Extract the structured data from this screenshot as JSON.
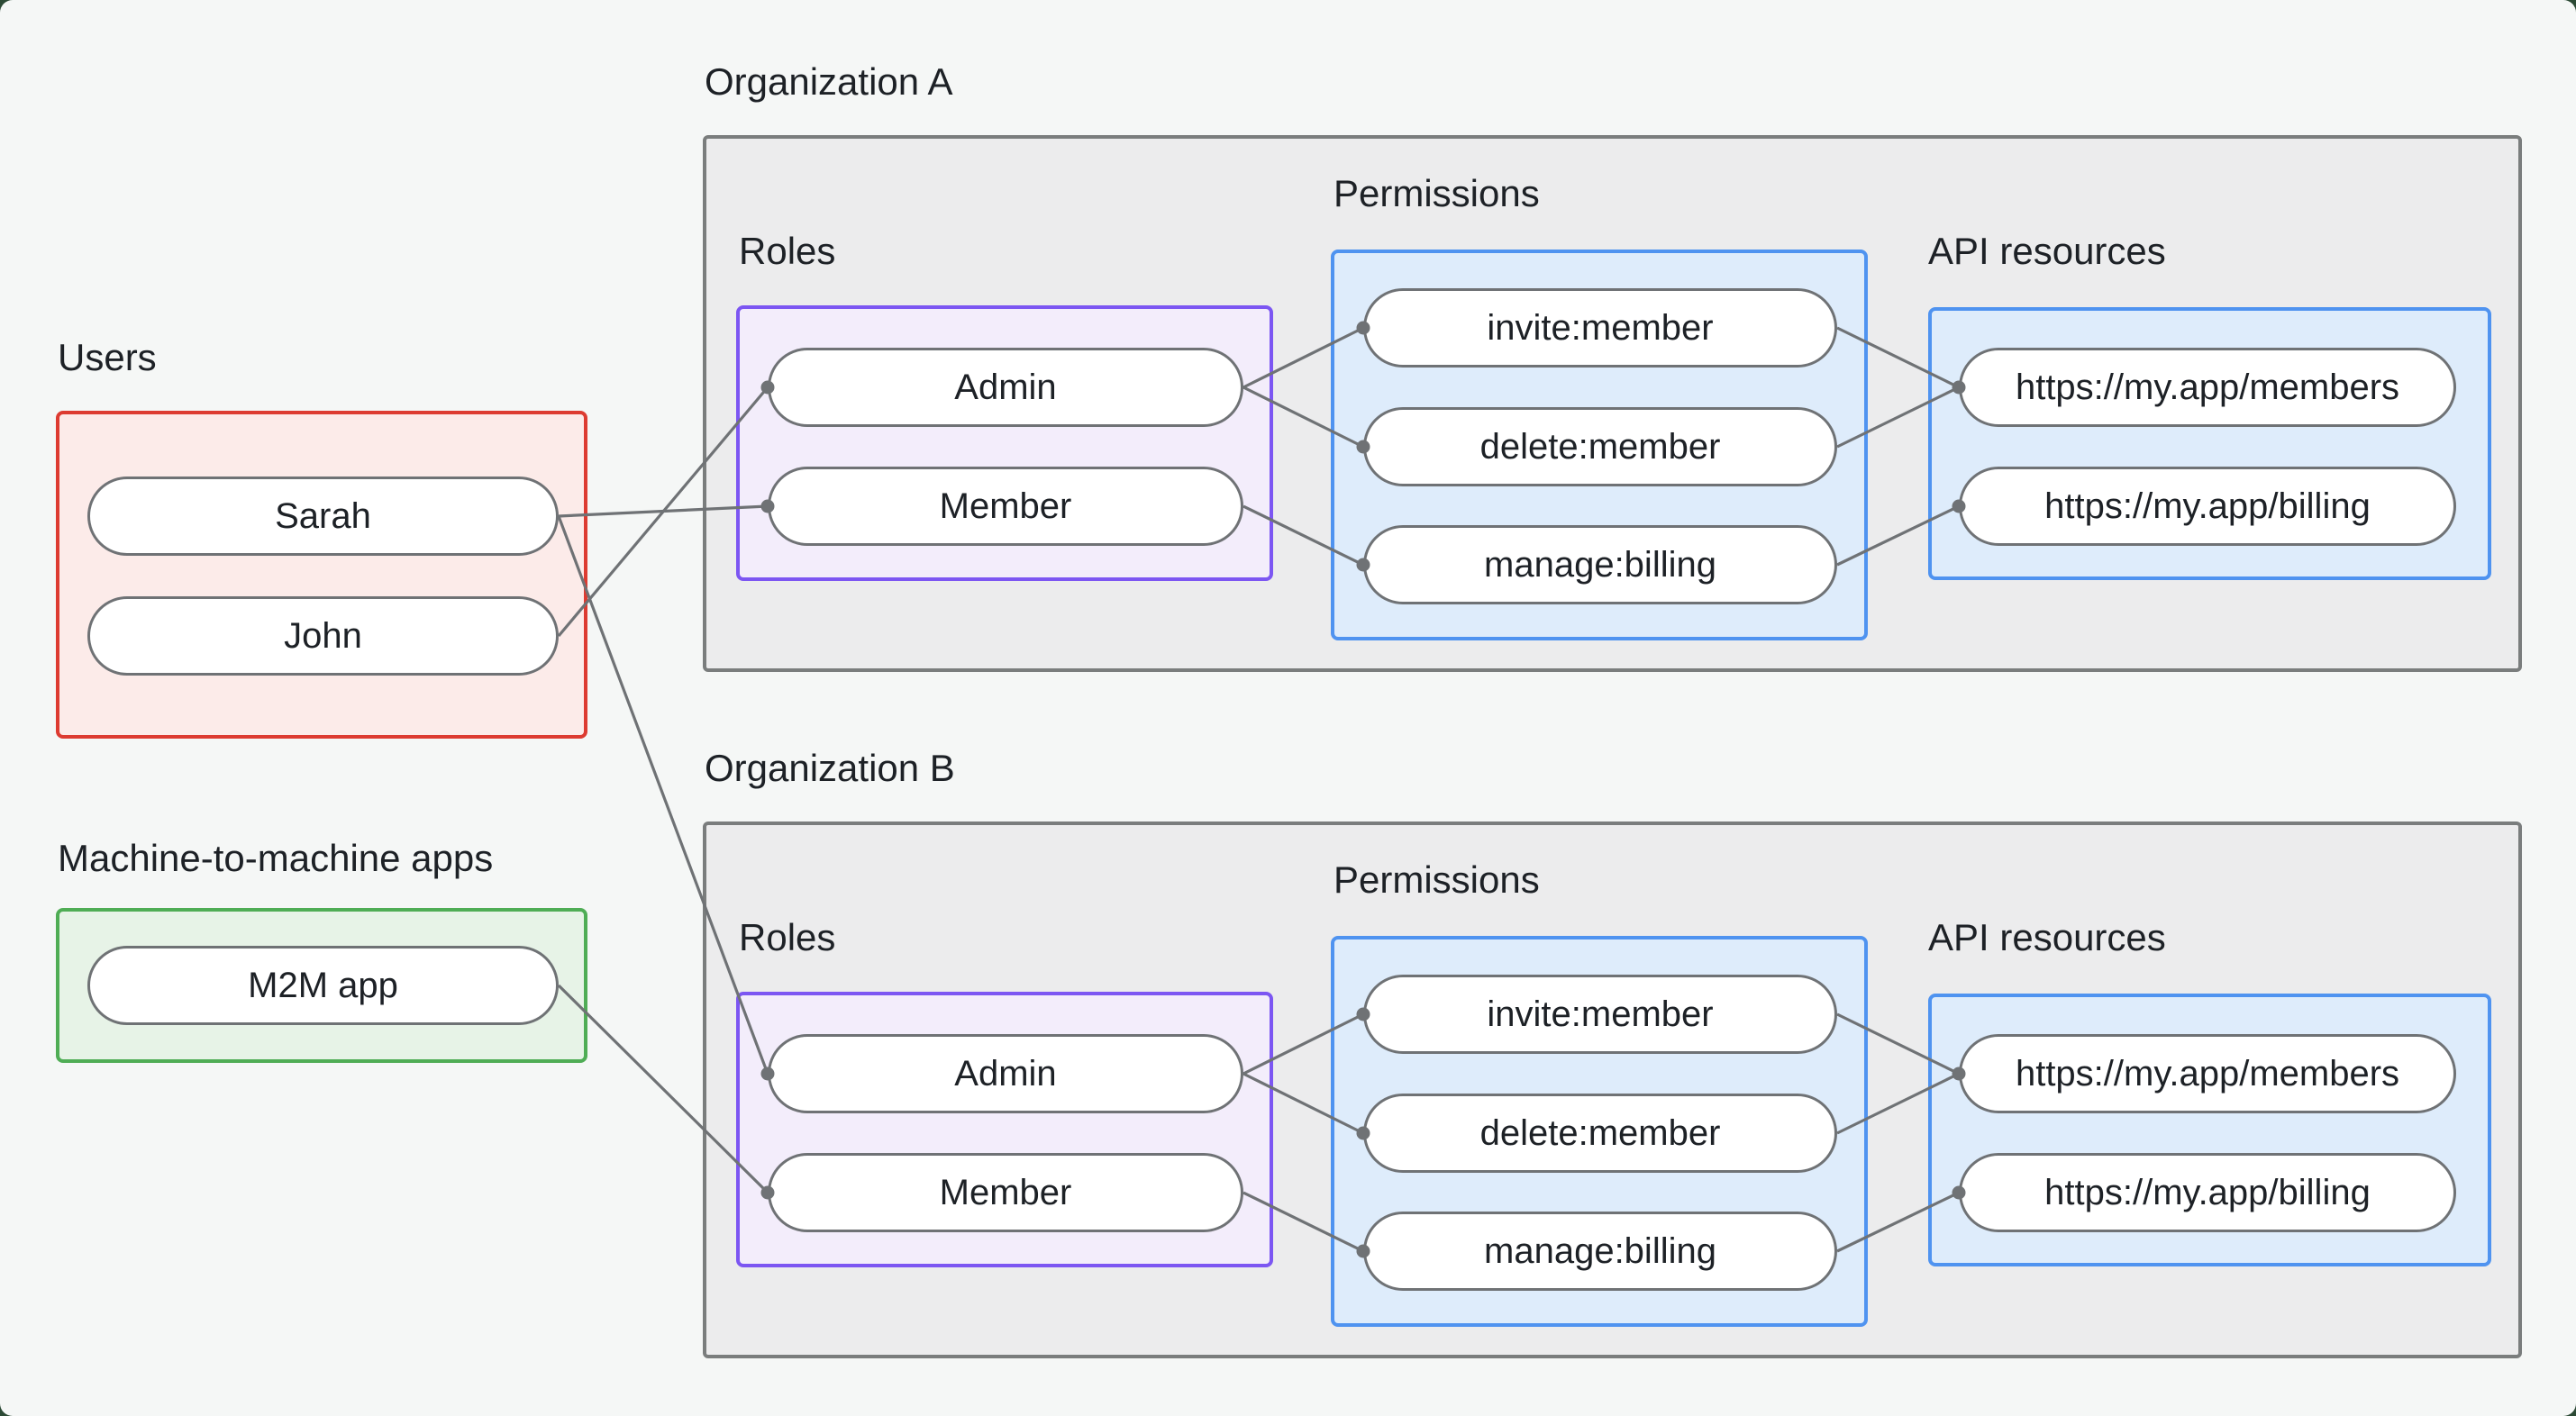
{
  "users": {
    "label": "Users",
    "items": [
      "Sarah",
      "John"
    ]
  },
  "m2m": {
    "label": "Machine-to-machine apps",
    "items": [
      "M2M app"
    ]
  },
  "organizations": [
    {
      "title": "Organization A",
      "roles_label": "Roles",
      "roles": [
        "Admin",
        "Member"
      ],
      "permissions_label": "Permissions",
      "permissions": [
        "invite:member",
        "delete:member",
        "manage:billing"
      ],
      "api_label": "API resources",
      "api_resources": [
        "https://my.app/members",
        "https://my.app/billing"
      ]
    },
    {
      "title": "Organization B",
      "roles_label": "Roles",
      "roles": [
        "Admin",
        "Member"
      ],
      "permissions_label": "Permissions",
      "permissions": [
        "invite:member",
        "delete:member",
        "manage:billing"
      ],
      "api_label": "API resources",
      "api_resources": [
        "https://my.app/members",
        "https://my.app/billing"
      ]
    }
  ],
  "edges": [
    {
      "from": "user-sarah",
      "to": "org0-role-member"
    },
    {
      "from": "user-john",
      "to": "org0-role-admin"
    },
    {
      "from": "user-sarah",
      "to": "org1-role-admin"
    },
    {
      "from": "m2m-app",
      "to": "org1-role-member"
    },
    {
      "from": "org0-role-admin",
      "to": "org0-perm-invite"
    },
    {
      "from": "org0-role-admin",
      "to": "org0-perm-delete"
    },
    {
      "from": "org0-role-member",
      "to": "org0-perm-manage"
    },
    {
      "from": "org0-perm-invite",
      "to": "org0-api-members"
    },
    {
      "from": "org0-perm-delete",
      "to": "org0-api-members"
    },
    {
      "from": "org0-perm-manage",
      "to": "org0-api-billing"
    },
    {
      "from": "org1-role-admin",
      "to": "org1-perm-invite"
    },
    {
      "from": "org1-role-admin",
      "to": "org1-perm-delete"
    },
    {
      "from": "org1-role-member",
      "to": "org1-perm-manage"
    },
    {
      "from": "org1-perm-invite",
      "to": "org1-api-members"
    },
    {
      "from": "org1-perm-delete",
      "to": "org1-api-members"
    },
    {
      "from": "org1-perm-manage",
      "to": "org1-api-billing"
    }
  ],
  "colors": {
    "page_background": "#f5f7f6",
    "org_fill": "#ececed",
    "org_border": "#7a7d7d",
    "users_border": "#dd3b31",
    "users_fill": "#fcebe9",
    "m2m_border": "#4fad55",
    "m2m_fill": "#e7f3e7",
    "roles_border": "#7c56f2",
    "roles_fill": "#f3edfb",
    "permissions_border": "#4f93f0",
    "permissions_fill": "#deecfb",
    "connector": "#6f7275",
    "text": "#1d2126"
  }
}
